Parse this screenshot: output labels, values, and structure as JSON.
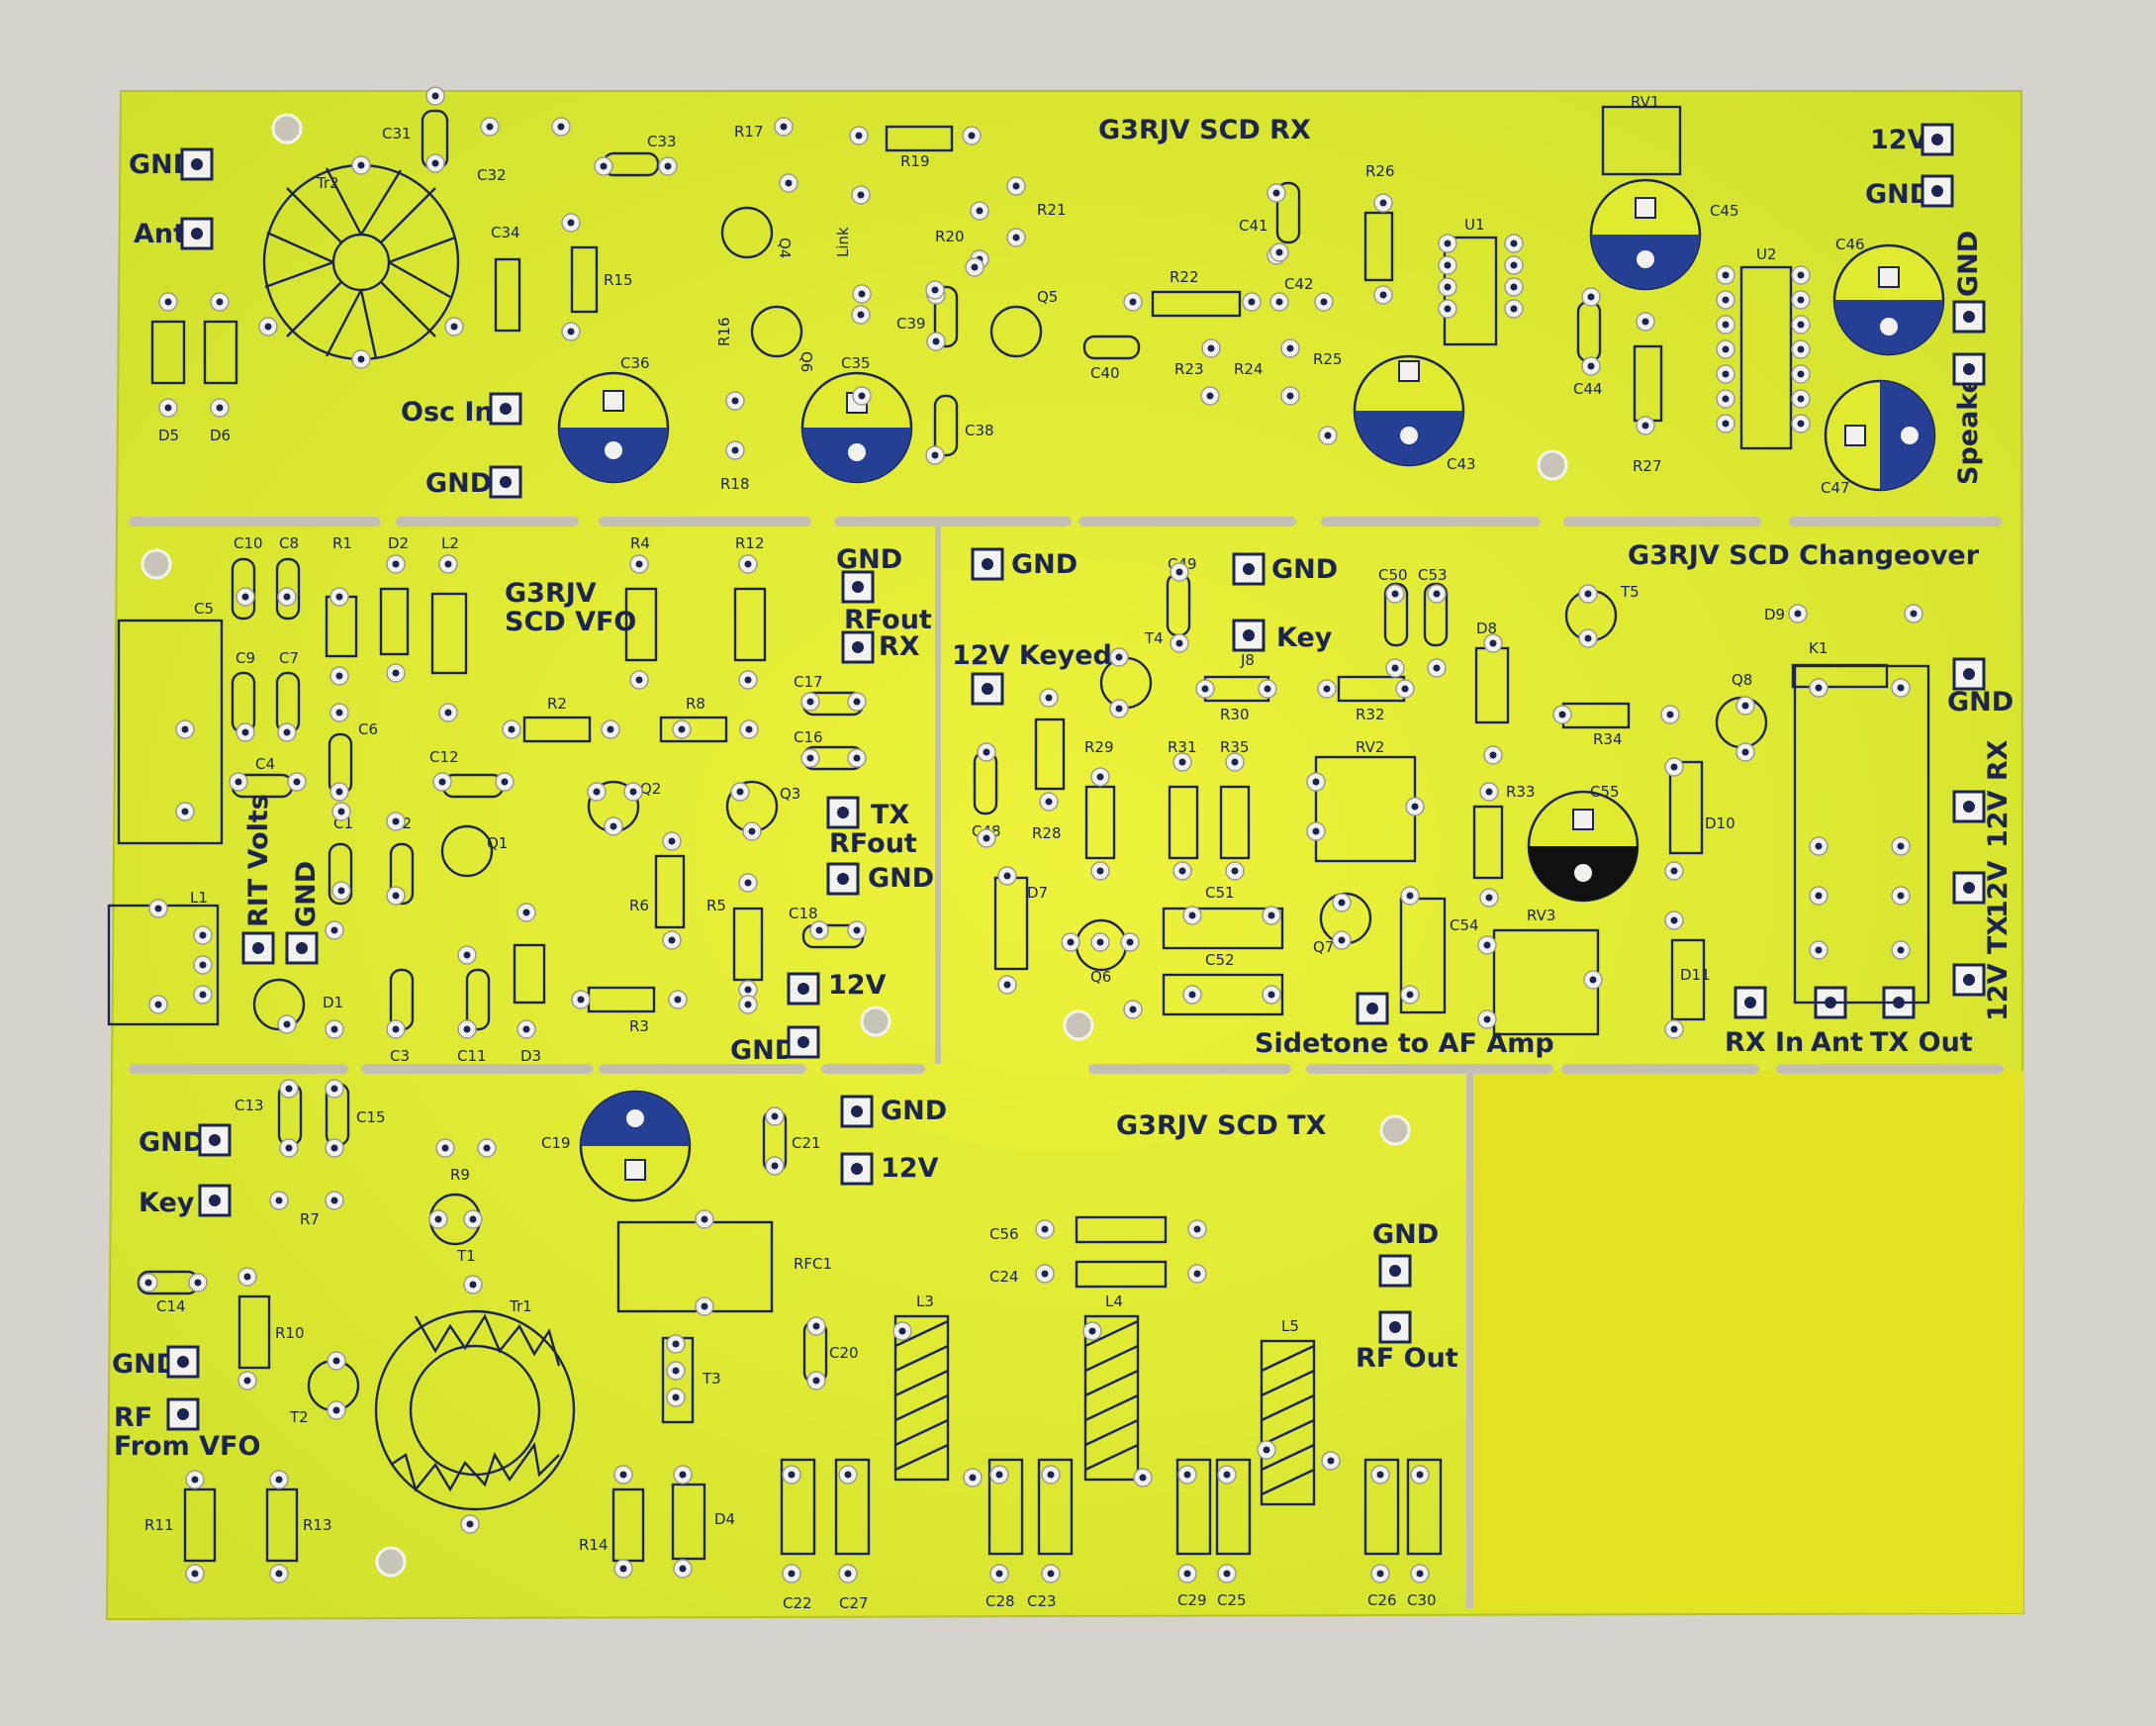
{
  "colors": {
    "background": "#d6d2cc",
    "board": "#dce92a",
    "board_plain": "#e1e323",
    "silkscreen": "#1b2452",
    "capacitor_fill": "#243f93",
    "pad": "#f1f1ee"
  },
  "titles": {
    "rx": "G3RJV SCD RX",
    "vfo_line1": "G3RJV",
    "vfo_line2": "SCD VFO",
    "changeover": "G3RJV SCD Changeover",
    "tx": "G3RJV SCD TX"
  },
  "connectors": [
    "GND",
    "Ant",
    "Osc In",
    "GND",
    "12V",
    "GND",
    "GND",
    "Speaker",
    "GND",
    "RFout",
    "RX",
    "TX",
    "RFout",
    "GND",
    "12V",
    "GND",
    "RIT Volts",
    "GND",
    "GND",
    "GND",
    "Key",
    "12V Keyed",
    "Sidetone to AF Amp",
    "GND",
    "12V RX",
    "12V",
    "12V TX",
    "RX In",
    "Ant",
    "TX Out",
    "GND",
    "Key",
    "GND",
    "RF",
    "From VFO",
    "GND",
    "12V",
    "GND",
    "RF Out"
  ],
  "components": {
    "rx": [
      "C31",
      "C32",
      "C33",
      "Tr2",
      "R17",
      "R19",
      "R21",
      "R20",
      "R26",
      "RV1",
      "C45",
      "C46",
      "C34",
      "R15",
      "Q4",
      "Link",
      "Q5",
      "C39",
      "C41",
      "C42",
      "R22",
      "U1",
      "U2",
      "D5",
      "D6",
      "C36",
      "R16",
      "Q6",
      "C35",
      "C38",
      "C40",
      "R23",
      "R24",
      "R25",
      "C43",
      "C44",
      "R27",
      "C47",
      "R18"
    ],
    "vfo": [
      "C10",
      "C8",
      "R1",
      "D2",
      "L2",
      "R4",
      "R12",
      "C5",
      "C9",
      "C7",
      "C6",
      "C4",
      "C17",
      "R2",
      "R8",
      "C16",
      "C12",
      "Q2",
      "Q3",
      "C1",
      "C2",
      "Q1",
      "R6",
      "R5",
      "C18",
      "L1",
      "D1",
      "R3",
      "C3",
      "C11",
      "D3"
    ],
    "changeover": [
      "C49",
      "C50",
      "C53",
      "T5",
      "D9",
      "J8",
      "T4",
      "D8",
      "K1",
      "R30",
      "R32",
      "R34",
      "Q8",
      "R29",
      "R31",
      "R35",
      "RV2",
      "R33",
      "C55",
      "D10",
      "C48",
      "R28",
      "D7",
      "C51",
      "Q6",
      "C52",
      "Q7",
      "C54",
      "RV3",
      "D11"
    ],
    "tx": [
      "C13",
      "C15",
      "C19",
      "C21",
      "R9",
      "R7",
      "T1",
      "C14",
      "RFC1",
      "C56",
      "C24",
      "L4",
      "L3",
      "R10",
      "Tr1",
      "T3",
      "T2",
      "C20",
      "L5",
      "R11",
      "R13",
      "R14",
      "D4",
      "C22",
      "C27",
      "C28",
      "C23",
      "C29",
      "C25",
      "C26",
      "C30"
    ]
  }
}
